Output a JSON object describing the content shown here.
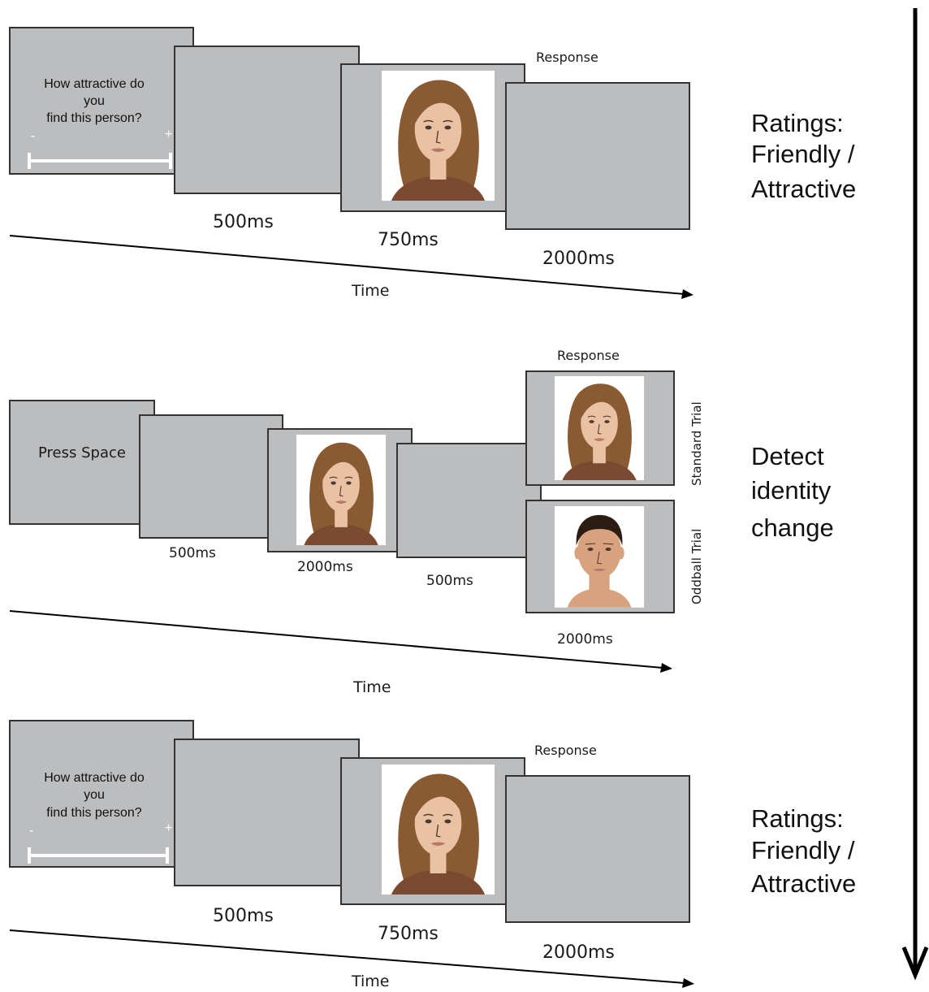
{
  "top_panel": {
    "question": {
      "line1": "How attractive do",
      "line2": "you",
      "line3": "find this person?"
    },
    "scale_min": "-",
    "scale_max": "+",
    "response_label": "Response",
    "durations": {
      "d1": "500ms",
      "d2": "750ms",
      "d3": "2000ms"
    },
    "time_label": "Time",
    "task": {
      "line1": "Ratings:",
      "line2": "Friendly /",
      "line3": "Attractive"
    }
  },
  "middle_panel": {
    "prompt": "Press Space",
    "response_label": "Response",
    "durations": {
      "d1": "500ms",
      "d2": "2000ms",
      "d3": "500ms",
      "d4": "2000ms"
    },
    "trial_labels": {
      "standard": "Standard Trial",
      "oddball": "Oddball Trial"
    },
    "time_label": "Time",
    "task": {
      "line1": "Detect",
      "line2": "identity",
      "line3": "change"
    }
  },
  "bottom_panel": {
    "question": {
      "line1": "How attractive do",
      "line2": "you",
      "line3": "find this person?"
    },
    "scale_min": "-",
    "scale_max": "+",
    "response_label": "Response",
    "durations": {
      "d1": "500ms",
      "d2": "750ms",
      "d3": "2000ms"
    },
    "time_label": "Time",
    "task": {
      "line1": "Ratings:",
      "line2": "Friendly /",
      "line3": "Attractive"
    }
  }
}
